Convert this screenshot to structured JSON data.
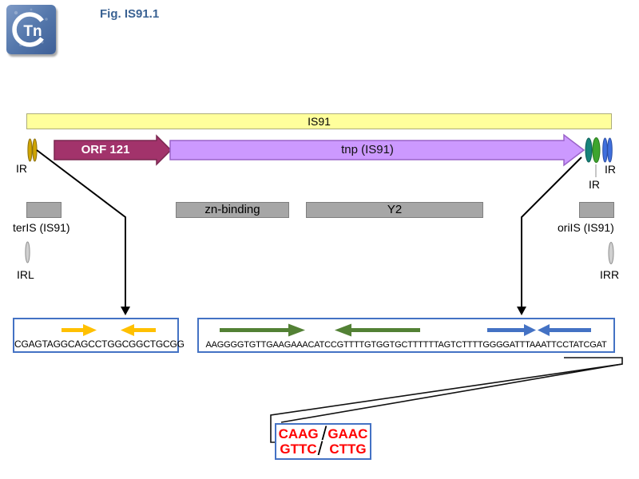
{
  "header": {
    "figure_label": "Fig. IS91.1",
    "logo_text": "Tn"
  },
  "diagram": {
    "is91_bar_label": "IS91",
    "orf_arrow_label": "ORF 121",
    "tnp_arrow_label": "tnp (IS91)",
    "ir_left_label": "IR",
    "ir_right_inner_label": "IR",
    "ir_right_outer_label": "IR",
    "zn_binding_label": "zn-binding",
    "y2_label": "Y2",
    "teris_label": "terIS (IS91)",
    "oriis_label": "oriIS (IS91)",
    "irl_label": "IRL",
    "irr_label": "IRR"
  },
  "sequences": {
    "teris_sequence": "CGAGTAGGCAGCCTGGCGGCTGCGG",
    "oriis_sequence": "AAGGGGTGTTGAAGAAACATCCGTTTTGTGGTGCTTTTTTAGTCTTTTGGGGATTTAAATTCCTATCGAT",
    "core_top_left": "CAAG",
    "core_top_right": "GAAC",
    "core_bottom_left": "GTTC",
    "core_bottom_right": "CTTG",
    "slash": "/"
  },
  "colors": {
    "yellow_bar": "#FFFF9C",
    "orf_fill": "#A2336B",
    "orf_stroke": "#7A2750",
    "tnp_fill": "#CC99FF",
    "tnp_stroke": "#9A63C9",
    "gold_ir": "#D0A500",
    "teal_ir": "#17837A",
    "green_ir": "#3EA52E",
    "blue_ir": "#3F6FDD",
    "domain_gray": "#A6A6A6",
    "gray_ir": "#D0D0D0",
    "gold_arrow": "#FFC000",
    "green_arrow": "#538135",
    "blue_arrow": "#4472C4",
    "box_border_blue": "#4472C4",
    "red_text": "#FF0000",
    "title_blue": "#3A6293"
  }
}
